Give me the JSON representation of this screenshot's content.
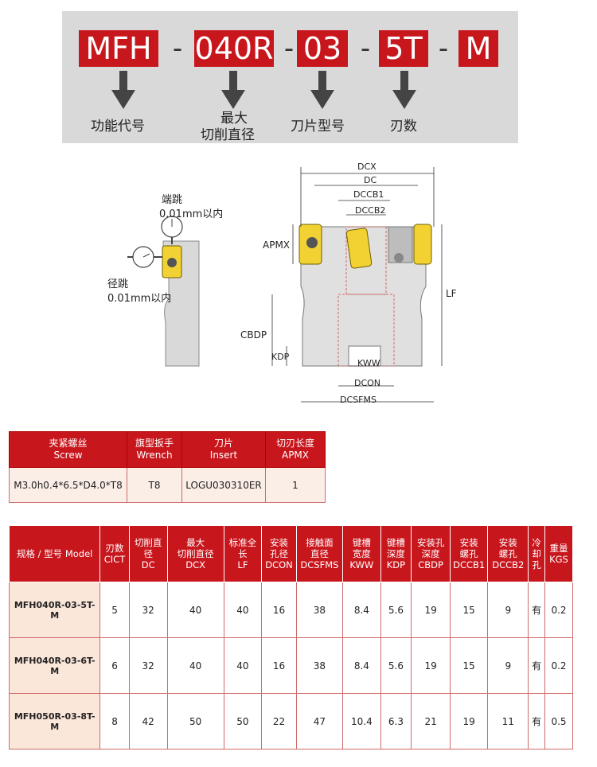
{
  "code": {
    "segments": [
      "MFH",
      "040R",
      "03",
      "5T",
      "M"
    ],
    "dash": "-",
    "labels": [
      "功能代号",
      "最大",
      "切削直径",
      "刀片型号",
      "刃数"
    ]
  },
  "left_drawing": {
    "axial_runout_label": "端跳",
    "axial_runout_value": "0.01mm以内",
    "radial_runout_label": "径跳",
    "radial_runout_value": "0.01mm以内"
  },
  "right_drawing": {
    "dims": [
      "DCX",
      "DC",
      "DCCB1",
      "DCCB2",
      "APMX",
      "LF",
      "CBDP",
      "KDP",
      "KWW",
      "DCON",
      "DCSFMS"
    ]
  },
  "parts_table": {
    "headers": [
      {
        "cn": "夹紧螺丝",
        "en": "Screw"
      },
      {
        "cn": "旗型扳手",
        "en": "Wrench"
      },
      {
        "cn": "刀片",
        "en": "Insert"
      },
      {
        "cn": "切刃长度",
        "en": "APMX"
      }
    ],
    "row": [
      "M3.0h0.4*6.5*D4.0*T8",
      "T8",
      "LOGU030310ER",
      "1"
    ]
  },
  "spec_table": {
    "headers": [
      [
        "规格 / 型号 Model"
      ],
      [
        "刃数",
        "CICT"
      ],
      [
        "切削直径",
        "DC"
      ],
      [
        "最大",
        "切削直径",
        "DCX"
      ],
      [
        "标准全长",
        "LF"
      ],
      [
        "安装",
        "孔径",
        "DCON"
      ],
      [
        "接触面",
        "直径",
        "DCSFMS"
      ],
      [
        "键槽",
        "宽度",
        "KWW"
      ],
      [
        "键槽",
        "深度",
        "KDP"
      ],
      [
        "安装孔",
        "深度",
        "CBDP"
      ],
      [
        "安装",
        "螺孔",
        "DCCB1"
      ],
      [
        "安装",
        "螺孔",
        "DCCB2"
      ],
      [
        "冷",
        "却",
        "孔"
      ],
      [
        "重量",
        "KGS"
      ]
    ],
    "rows": [
      [
        "MFH040R-03-5T-M",
        "5",
        "32",
        "40",
        "40",
        "16",
        "38",
        "8.4",
        "5.6",
        "19",
        "15",
        "9",
        "有",
        "0.2"
      ],
      [
        "MFH040R-03-6T-M",
        "6",
        "32",
        "40",
        "40",
        "16",
        "38",
        "8.4",
        "5.6",
        "19",
        "15",
        "9",
        "有",
        "0.2"
      ],
      [
        "MFH050R-03-8T-M",
        "8",
        "42",
        "50",
        "50",
        "22",
        "47",
        "10.4",
        "6.3",
        "21",
        "19",
        "11",
        "有",
        "0.5"
      ]
    ]
  },
  "colors": {
    "accent": "#c8161d",
    "banner_bg": "#d9d9d9",
    "row_tint": "#fbe6da"
  }
}
